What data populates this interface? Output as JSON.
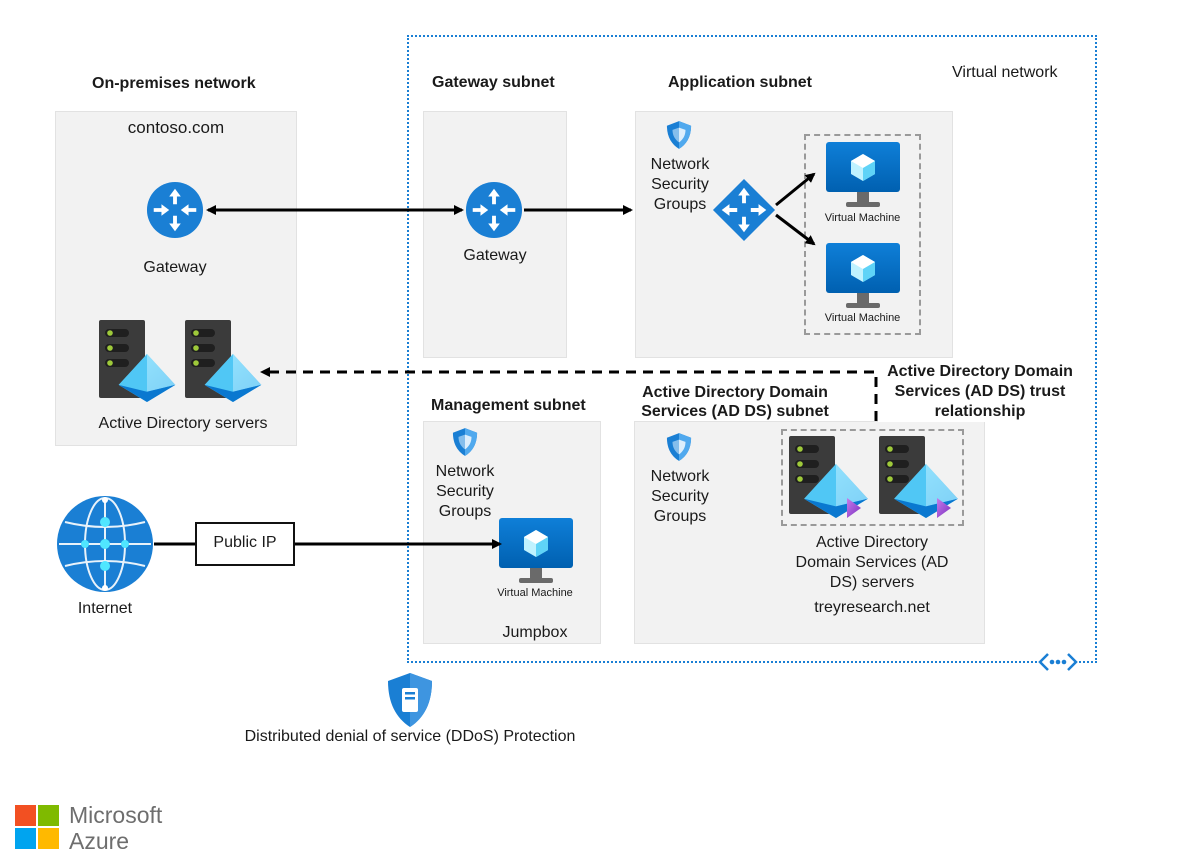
{
  "virtual_network": {
    "label": "Virtual network"
  },
  "onprem": {
    "heading": "On-premises network",
    "domain": "contoso.com",
    "gateway_label": "Gateway",
    "ad_servers_label": "Active Directory servers"
  },
  "gateway_subnet": {
    "heading": "Gateway subnet",
    "gateway_label": "Gateway"
  },
  "application_subnet": {
    "heading": "Application subnet",
    "nsg_label": [
      "Network",
      "Security",
      "Groups"
    ],
    "vm1_label": "Virtual Machine",
    "vm2_label": "Virtual Machine"
  },
  "management_subnet": {
    "heading": "Management subnet",
    "nsg_label": [
      "Network",
      "Security",
      "Groups"
    ],
    "vm_label": "Virtual Machine",
    "jumpbox_label": "Jumpbox"
  },
  "adds_subnet": {
    "heading": [
      "Active Directory Domain",
      "Services (AD DS) subnet"
    ],
    "nsg_label": [
      "Network",
      "Security",
      "Groups"
    ],
    "servers_label": [
      "Active Directory",
      "Domain Services (AD",
      "DS) servers"
    ],
    "domain": "treyresearch.net"
  },
  "trust": {
    "label": [
      "Active Directory Domain",
      "Services (AD DS) trust",
      "relationship"
    ]
  },
  "internet": {
    "label": "Internet",
    "public_ip": "Public IP"
  },
  "ddos": {
    "label": "Distributed denial of service (DDoS) Protection"
  },
  "logo": {
    "line1": "Microsoft",
    "line2": "Azure"
  },
  "colors": {
    "azure_blue": "#0078d4",
    "azure_light": "#50e6ff",
    "dashed_border": "#1a7fd4",
    "ms_red": "#f25022",
    "ms_green": "#7fba00",
    "ms_blue": "#00a4ef",
    "ms_yellow": "#ffb900"
  }
}
